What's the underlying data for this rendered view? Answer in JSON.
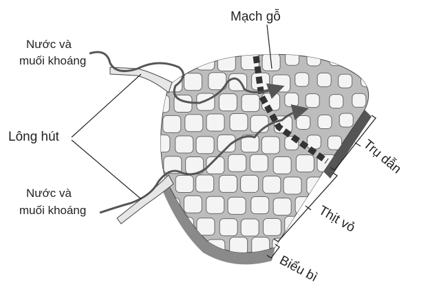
{
  "labels": {
    "xylem": "Mạch gỗ",
    "water_top_line1": "Nước và",
    "water_top_line2": "muối khoáng",
    "root_hair": "Lông hút",
    "water_bottom_line1": "Nước và",
    "water_bottom_line2": "muối khoáng",
    "stele": "Trụ dẫn",
    "cortex": "Thịt vỏ",
    "epidermis": "Biểu bì"
  },
  "colors": {
    "tissue": "#bdbdbd",
    "cell": "#f4f4f4",
    "arrow": "#555555",
    "line": "#222222"
  }
}
